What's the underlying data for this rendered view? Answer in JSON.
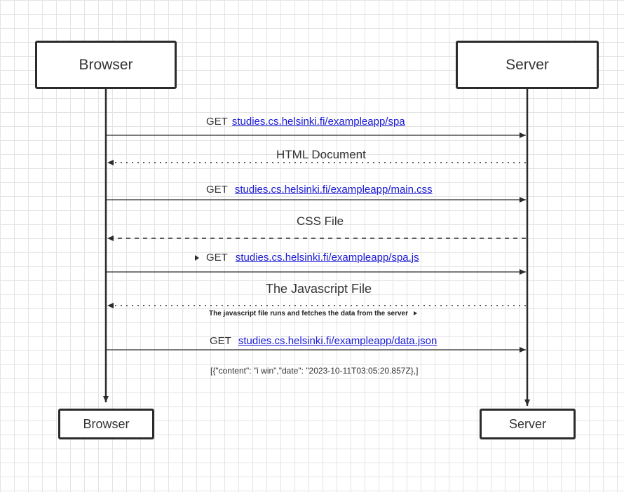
{
  "participants": {
    "top_left": "Browser",
    "top_right": "Server",
    "bottom_left": "Browser",
    "bottom_right": "Server"
  },
  "messages": [
    {
      "prefix": "GET",
      "link": "studies.cs.helsinki.fi/exampleapp/spa"
    },
    {
      "text": "HTML Document"
    },
    {
      "prefix": "GET",
      "link": "studies.cs.helsinki.fi/exampleapp/main.css"
    },
    {
      "text": "CSS File"
    },
    {
      "prefix": "GET",
      "link": "studies.cs.helsinki.fi/exampleapp/spa.js"
    },
    {
      "text": "The Javascript File"
    },
    {
      "prefix": "GET",
      "link": "studies.cs.helsinki.fi/exampleapp/data.json"
    }
  ],
  "notes": {
    "js_runs": "The javascript file runs and fetches the data from the server",
    "json_response": "[{\"content\": \"i win\",\"date\": \"2023-10-11T03:05:20.857Z},]"
  },
  "colors": {
    "link": "#1a1ad6",
    "line": "#2b2b2b",
    "grid": "#e4e4e4"
  }
}
